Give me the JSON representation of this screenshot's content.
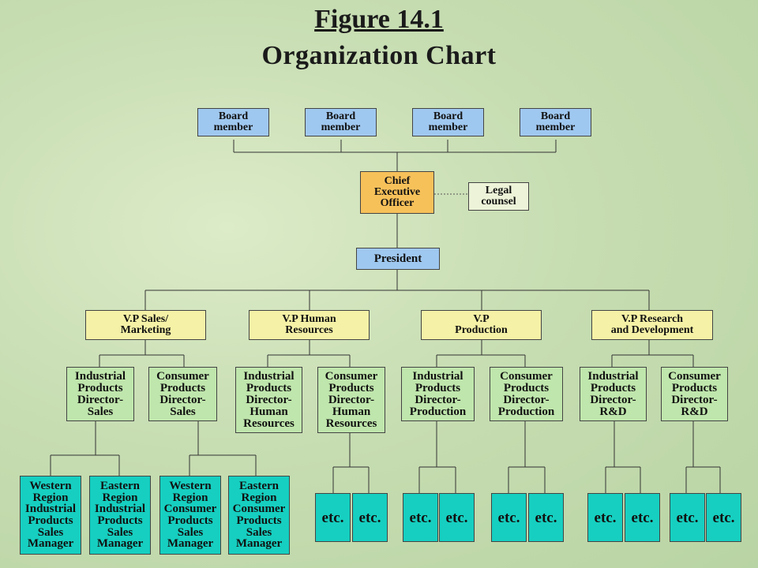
{
  "header": {
    "figure_title": "Figure 14.1",
    "chart_title": "Organization Chart"
  },
  "board": [
    "Board\nmember",
    "Board\nmember",
    "Board\nmember",
    "Board\nmember"
  ],
  "ceo": "Chief\nExecutive\nOfficer",
  "legal": "Legal\ncounsel",
  "president": "President",
  "vps": [
    "V.P Sales/\nMarketing",
    "V.P Human\nResources",
    "V.P\nProduction",
    "V.P Research\nand Development"
  ],
  "directors": [
    "Industrial\nProducts\nDirector-\nSales",
    "Consumer\nProducts\nDirector-\nSales",
    "Industrial\nProducts\nDirector-\nHuman\nResources",
    "Consumer\nProducts\nDirector-\nHuman\nResources",
    "Industrial\nProducts\nDirector-\nProduction",
    "Consumer\nProducts\nDirector-\nProduction",
    "Industrial\nProducts\nDirector-\nR&D",
    "Consumer\nProducts\nDirector-\nR&D"
  ],
  "managers": [
    "Western\nRegion\nIndustrial\nProducts\nSales\nManager",
    "Eastern\nRegion\nIndustrial\nProducts\nSales\nManager",
    "Western\nRegion\nConsumer\nProducts\nSales\nManager",
    "Eastern\nRegion\nConsumer\nProducts\nSales\nManager"
  ],
  "etc_label": "etc."
}
